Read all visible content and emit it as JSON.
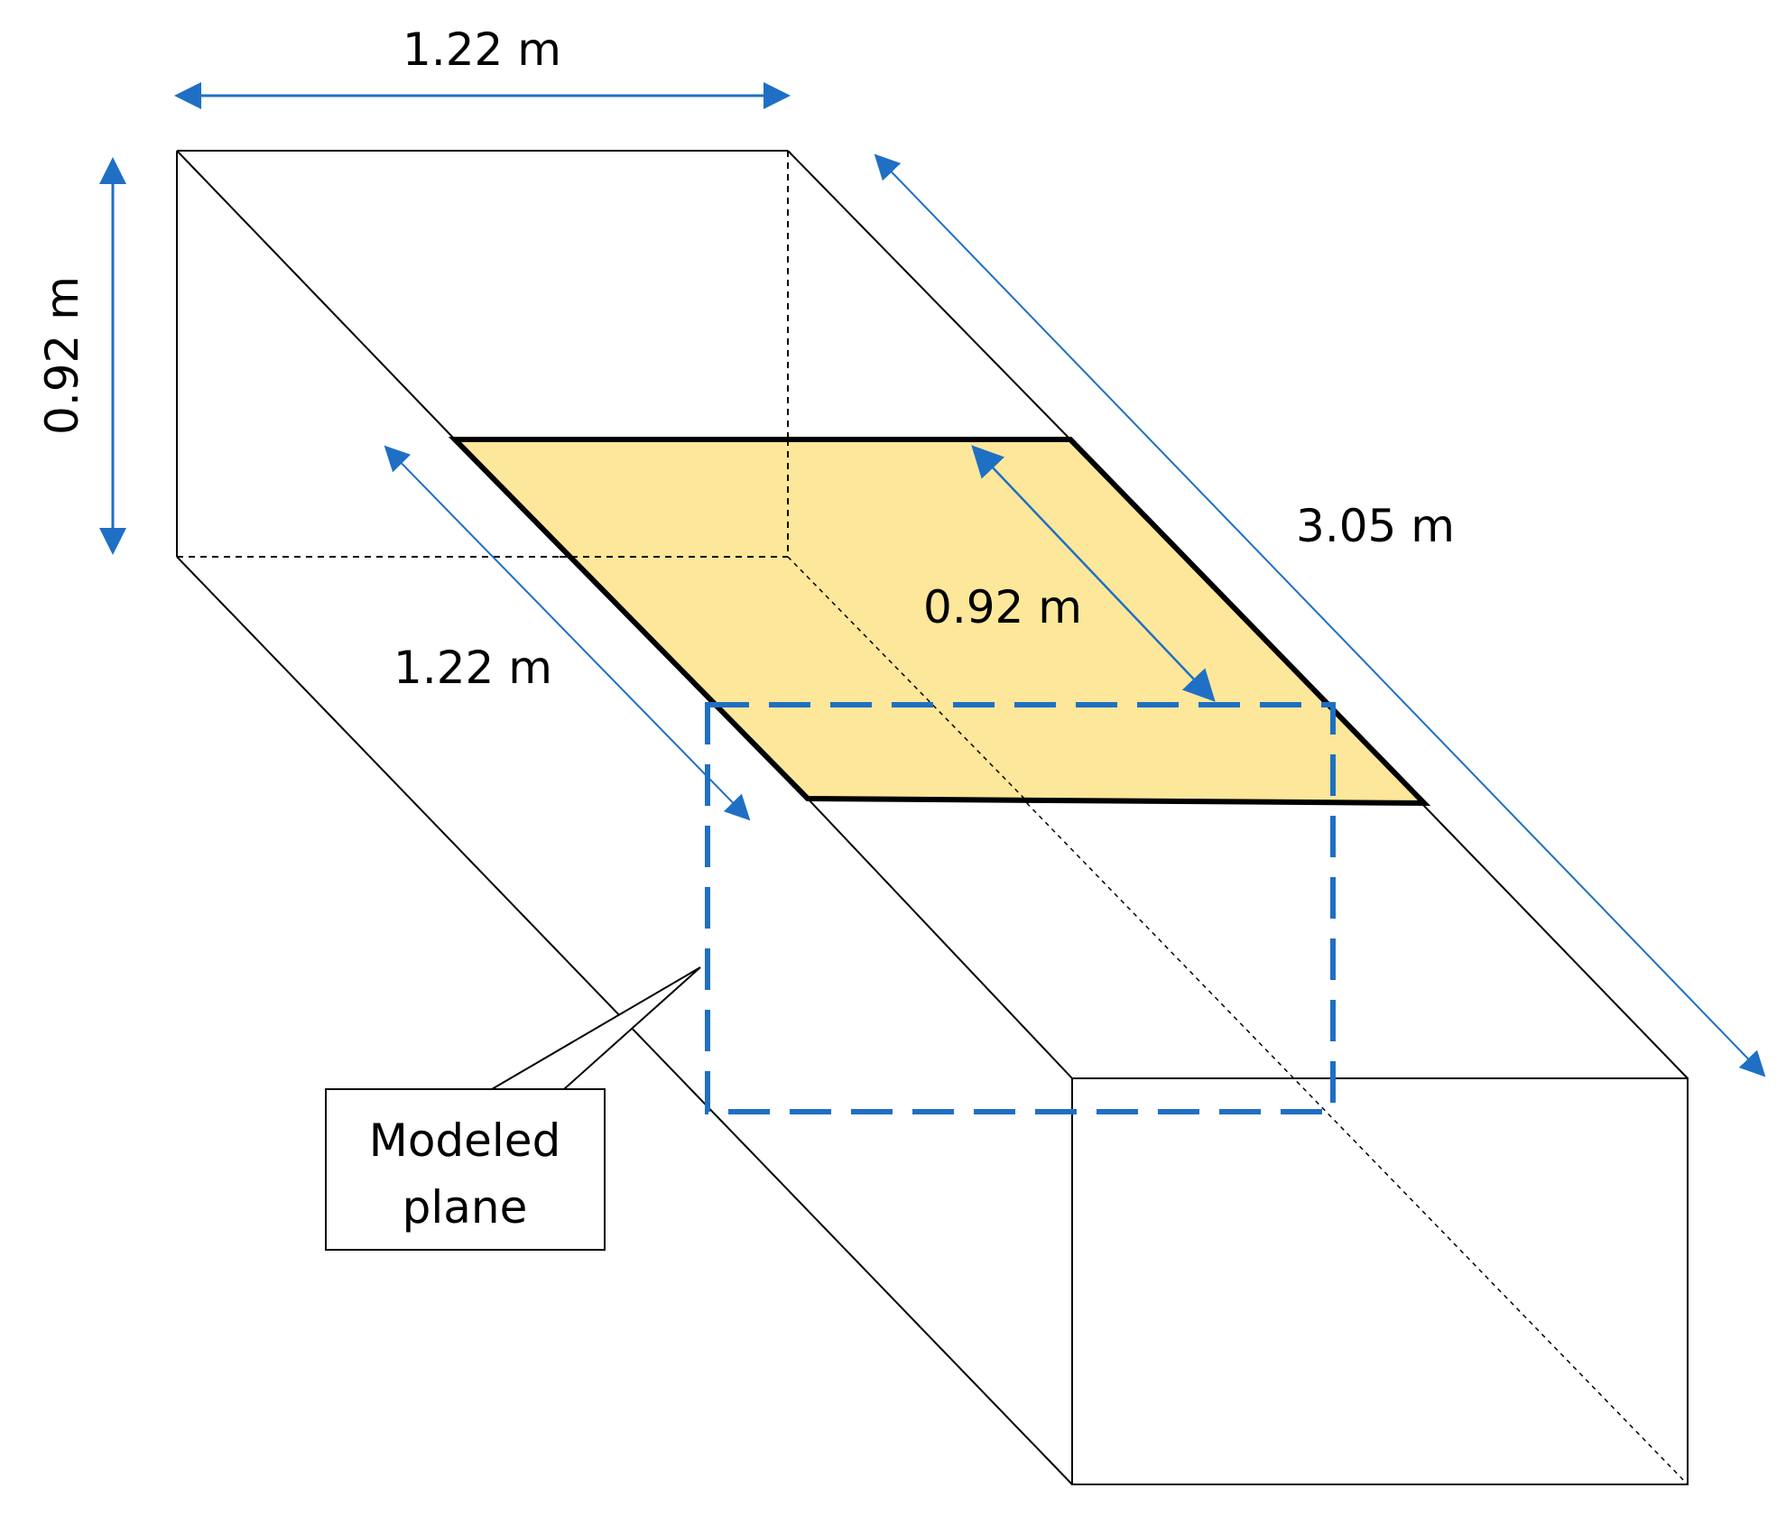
{
  "dimensions": {
    "top_width": "1.22 m",
    "height": "0.92 m",
    "length": "3.05 m",
    "plate_length": "1.22 m",
    "plate_width": "0.92 m"
  },
  "callout": {
    "line1": "Modeled",
    "line2": "plane"
  },
  "colors": {
    "arrow": "#1f6fc4",
    "plate_fill": "#fde79a",
    "outline": "#000000",
    "modeled_plane": "#1f6fc4"
  }
}
